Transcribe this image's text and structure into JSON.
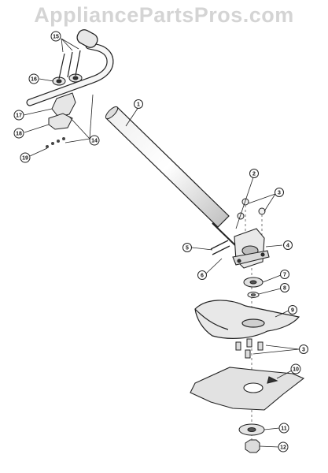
{
  "header": {
    "watermark": "AppliancePartsPros.com"
  },
  "callouts": [
    {
      "n": "1"
    },
    {
      "n": "2"
    },
    {
      "n": "3"
    },
    {
      "n": "3"
    },
    {
      "n": "4"
    },
    {
      "n": "5"
    },
    {
      "n": "6"
    },
    {
      "n": "7"
    },
    {
      "n": "8"
    },
    {
      "n": "9"
    },
    {
      "n": "10"
    },
    {
      "n": "11"
    },
    {
      "n": "12"
    },
    {
      "n": "14"
    },
    {
      "n": "15"
    },
    {
      "n": "16"
    },
    {
      "n": "17"
    },
    {
      "n": "18"
    },
    {
      "n": "19"
    }
  ]
}
